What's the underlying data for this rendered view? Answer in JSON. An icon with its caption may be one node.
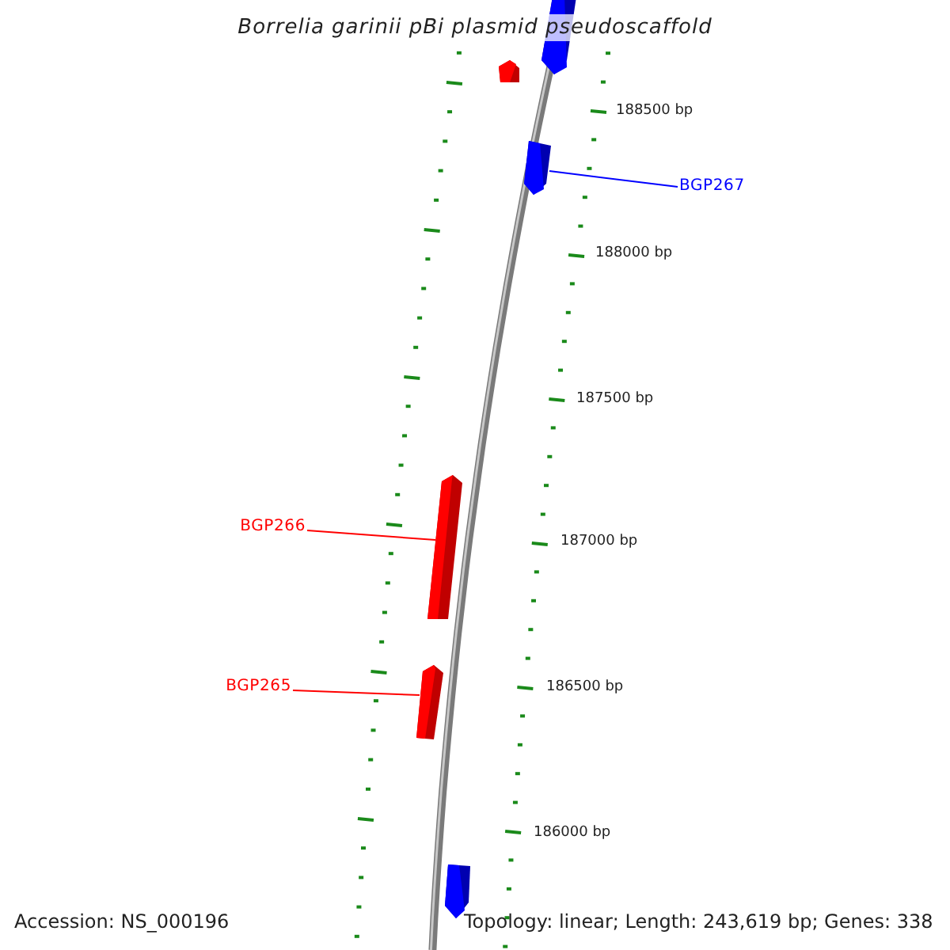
{
  "diagram": {
    "title": "Borrelia garinii pBi plasmid pseudoscaffold",
    "nodes": [
      {
        "text": [
          "BGP267"
        ]
      },
      {
        "text": [
          "BGP266"
        ]
      },
      {
        "text": [
          "BGP265"
        ]
      },
      {
        "text": [],
        "shape": "bar"
      },
      {
        "text": [],
        "shape": "bar"
      },
      {
        "text": [],
        "shape": "bar"
      },
      {
        "text": [],
        "shape": "bar"
      },
      {
        "text": [],
        "shape": "bar"
      },
      {
        "text": [],
        "shape": "bar"
      }
    ],
    "edges": [
      {
        "from": 0,
        "to": 5,
        "arrow": "none",
        "color": "#0000ff"
      },
      {
        "from": 1,
        "to": 6,
        "arrow": "none"
      },
      {
        "from": 2,
        "to": 7,
        "arrow": "none"
      }
    ],
    "labels": [
      "188500 bp",
      "188000 bp",
      "187500 bp",
      "187000 bp",
      "186500 bp",
      "186000 bp",
      "Accession: NS_000196",
      "Topology: linear; Length: 243,619 bp; Genes: 338"
    ]
  }
}
